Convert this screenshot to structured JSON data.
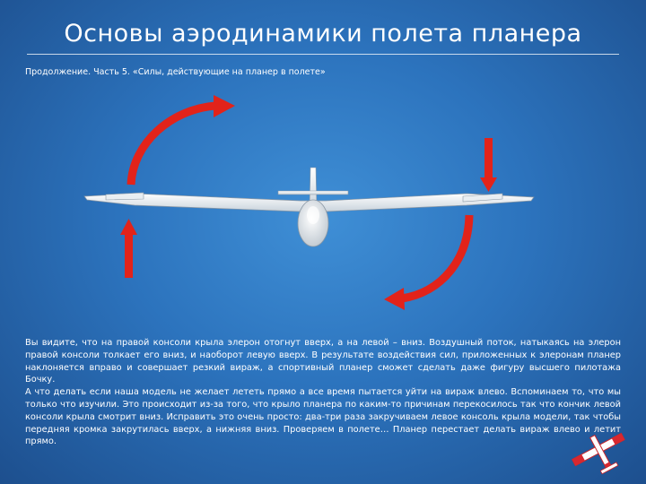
{
  "slide": {
    "title": "Основы аэродинамики полета планера",
    "subtitle": "Продолжение. Часть 5. «Силы, действующие на планер в полете»",
    "paragraphs": [
      "Вы видите, что на правой консоли крыла элерон отогнут вверх, а на левой – вниз. Воздушный поток, натыкаясь на элерон правой консоли толкает его вниз, и наоборот левую вверх. В результате воздействия сил, приложенных к элеронам планер наклоняется вправо и совершает резкий вираж, а спортивный планер сможет сделать даже фигуру высшего пилотажа Бочку.",
      "А что делать если наша модель не желает лететь прямо а все время пытается уйти на вираж влево. Вспоминаем то, что мы только что изучили. Это происходит из-за того, что крыло планера по каким-то причинам перекосилось так что кончик левой консоли крыла смотрит вниз. Исправить это очень просто: два-три раза закручиваем левое консоль крыла модели, так чтобы передняя кромка закрутилась вверх, а нижняя вниз. Проверяем в полете… Планер перестает делать вираж влево и летит прямо."
    ]
  },
  "colors": {
    "arrow_red": "#e2231a",
    "text": "#ffffff"
  },
  "icons": [
    "glider-diagram",
    "curved-arrow-up-right",
    "curved-arrow-down-left",
    "arrow-up",
    "arrow-down",
    "glider-corner-icon"
  ]
}
